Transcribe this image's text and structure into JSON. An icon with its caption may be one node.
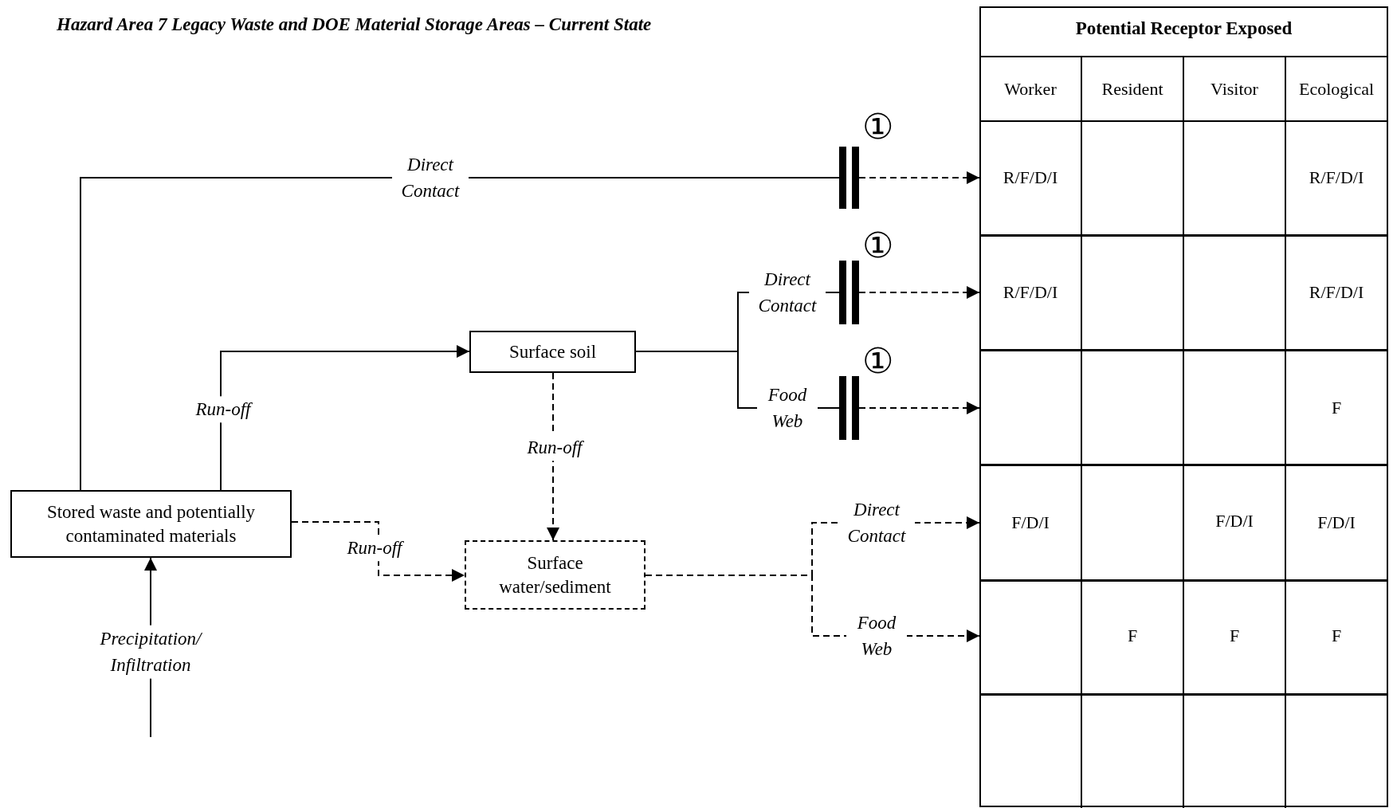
{
  "diagram": {
    "title": "Hazard Area 7 Legacy Waste and DOE Material Storage Areas – Current State",
    "nodes": [
      {
        "text": [
          "Stored waste and potentially contaminated materials"
        ]
      },
      {
        "text": [
          "Surface soil"
        ]
      },
      {
        "text": [
          "Surface water/sediment"
        ]
      },
      {
        "text": [],
        "shape": "bar"
      },
      {
        "text": [],
        "shape": "bar"
      },
      {
        "text": [],
        "shape": "bar"
      },
      {
        "text": [
          "Potential Receptor Exposed"
        ]
      },
      {
        "text": [],
        "shape": "box",
        "in": 6
      },
      {
        "text": [],
        "shape": "box",
        "in": 6
      },
      {
        "text": [],
        "shape": "box",
        "in": 6
      },
      {
        "text": [],
        "shape": "box",
        "in": 6
      },
      {
        "text": [],
        "shape": "box",
        "in": 6
      },
      {
        "text": [],
        "shape": "box",
        "in": 6
      }
    ],
    "edges": [
      {
        "from": null,
        "to": 0,
        "arrow": "to",
        "label": "Precipitation/ Infiltration"
      },
      {
        "from": 0,
        "to": 3,
        "arrow": "none",
        "label": "Direct Contact"
      },
      {
        "from": 3,
        "to": 7,
        "arrow": "to",
        "style": "dashed"
      },
      {
        "from": 0,
        "to": 1,
        "arrow": "to",
        "label": "Run-off"
      },
      {
        "from": 1,
        "to": 4,
        "arrow": "none",
        "label": "Direct Contact"
      },
      {
        "from": 4,
        "to": 8,
        "arrow": "to",
        "style": "dashed"
      },
      {
        "from": 1,
        "to": 5,
        "arrow": "none",
        "label": "Food Web"
      },
      {
        "from": 5,
        "to": 9,
        "arrow": "to",
        "style": "dashed"
      },
      {
        "from": 1,
        "to": 2,
        "arrow": "to",
        "label": "Run-off",
        "style": "dashed"
      },
      {
        "from": 0,
        "to": 2,
        "arrow": "to",
        "label": "Run-off",
        "style": "dashed"
      },
      {
        "from": 2,
        "to": 10,
        "arrow": "to",
        "label": "Direct Contact",
        "style": "dashed"
      },
      {
        "from": 2,
        "to": 11,
        "arrow": "to",
        "label": "Food Web",
        "style": "dashed"
      }
    ],
    "labels": [
      "①",
      "①",
      "①",
      "Worker",
      "Resident",
      "Visitor",
      "Ecological",
      "R/F/D/I",
      "R/F/D/I",
      "R/F/D/I",
      "R/F/D/I",
      "F",
      "F/D/I",
      "F/D/I",
      "F/D/I",
      "F",
      "F",
      "F"
    ]
  }
}
